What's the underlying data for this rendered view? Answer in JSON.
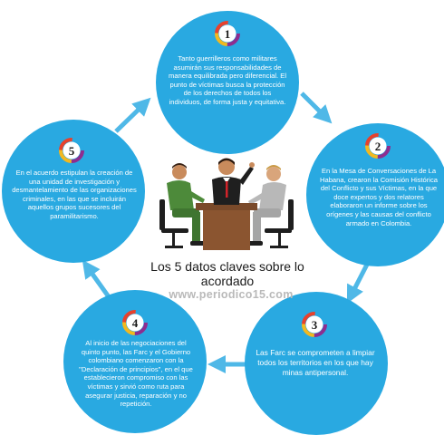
{
  "center": {
    "title": "Los 5 datos claves sobre lo acordado",
    "website": "www.periodico15.com"
  },
  "items": [
    {
      "number": "1",
      "text": "Tanto guerrilleros como militares asumirán sus responsabilidades de manera equilibrada pero diferencial. El punto de víctimas busca la protección de los derechos de todos los individuos, de forma justa y equitativa."
    },
    {
      "number": "2",
      "text": "En la Mesa de Conversaciones de La Habana, crearon la Comisión Histórica del Conflicto y sus Víctimas, en la que doce expertos y dos relatores elaboraron un informe sobre los orígenes y las causas del conflicto armado en Colombia."
    },
    {
      "number": "3",
      "text": "Las Farc se comprometen a limpiar todos los territorios en los que hay minas antipersonal."
    },
    {
      "number": "4",
      "text": "Al inicio de las negociaciones del quinto punto, las Farc y el Gobierno colombiano comenzaron con la \"Declaración de principios\", en el que establecieron compromiso con las víctimas y sirvió como ruta para asegurar justicia, reparación y no repetición."
    },
    {
      "number": "5",
      "text": "En el acuerdo estipulan la creación de una unidad de investigación y desmantelamiento de las organizaciones criminales, en las que se incluirán aquellos grupos sucesores del paramilitarismo."
    }
  ],
  "colors": {
    "circle": "#29a9e1",
    "arrow": "#4fb8e7",
    "badge_ring": [
      "#8e2d8f",
      "#f2b81f",
      "#e8412c",
      "#29a9e1"
    ]
  }
}
